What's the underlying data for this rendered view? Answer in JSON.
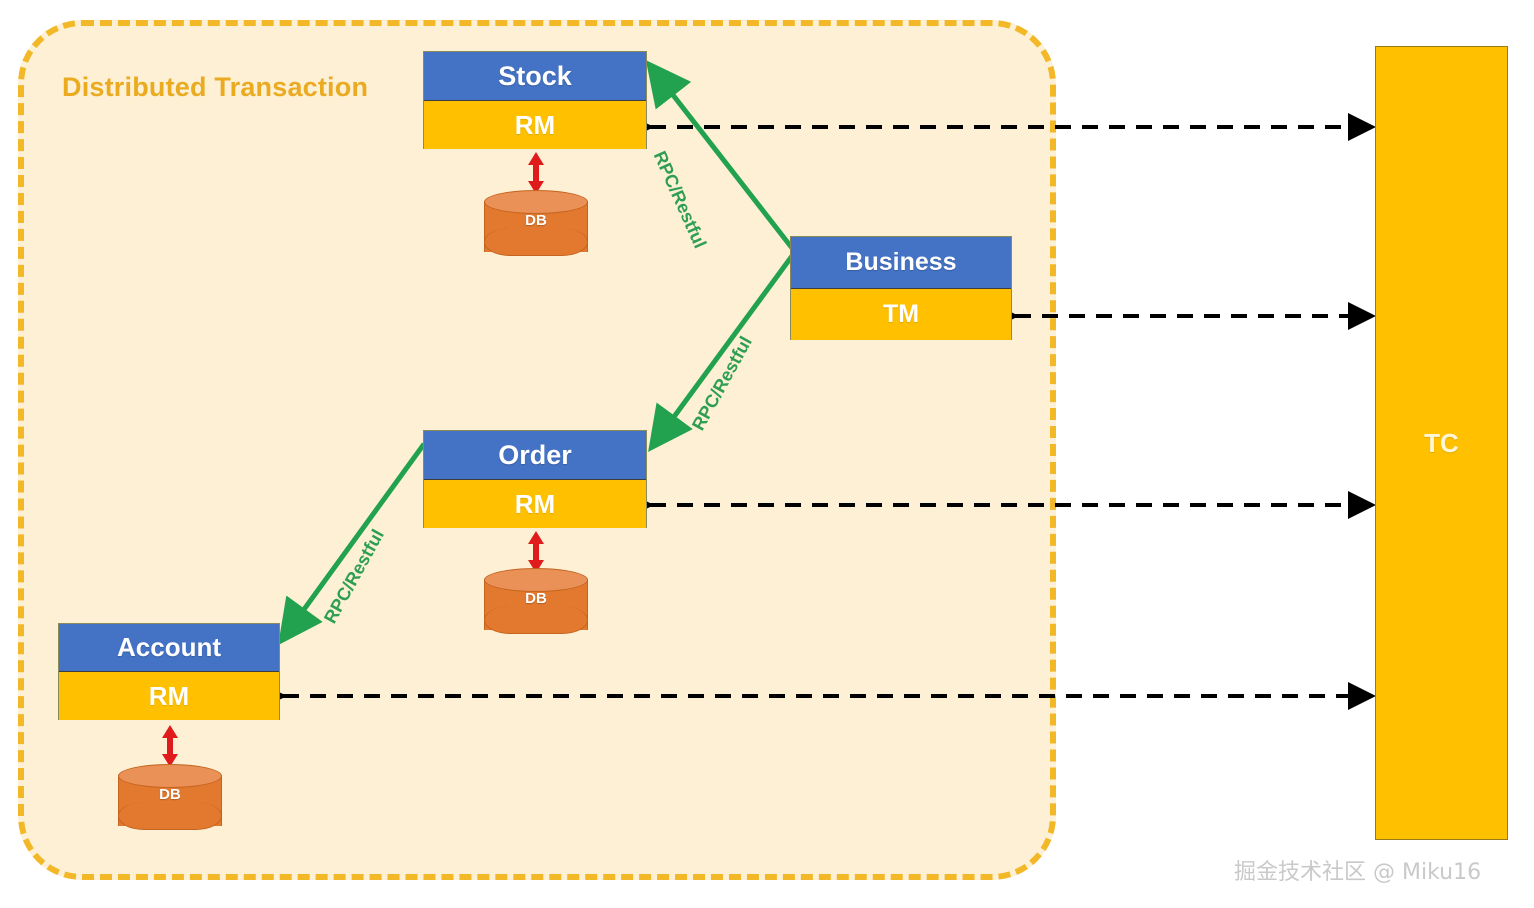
{
  "diagram": {
    "container": {
      "title": "Distributed Transaction"
    },
    "services": [
      {
        "id": "stock",
        "name": "Stock",
        "layer": "RM",
        "db": "DB"
      },
      {
        "id": "order",
        "name": "Order",
        "layer": "RM",
        "db": "DB"
      },
      {
        "id": "account",
        "name": "Account",
        "layer": "RM",
        "db": "DB"
      },
      {
        "id": "business",
        "name": "Business",
        "layer": "TM",
        "db": null
      }
    ],
    "coordinator": {
      "label": "TC"
    },
    "edges": {
      "rpc_labels": [
        "RPC/Restful",
        "RPC/Restful",
        "RPC/Restful"
      ],
      "rpc_color": "#2e9e53",
      "tc_link_color": "#000000",
      "db_link_color": "#e01b1b"
    },
    "colors": {
      "service_header": "#4472C4",
      "service_band": "#FFC000",
      "container_fill": "#FDF0D5",
      "container_border": "#F2B827",
      "title_text": "#EBAB21",
      "db_fill": "#E2792E",
      "tc_fill": "#FFC000"
    },
    "watermark": "掘金技术社区 @ Miku16"
  }
}
